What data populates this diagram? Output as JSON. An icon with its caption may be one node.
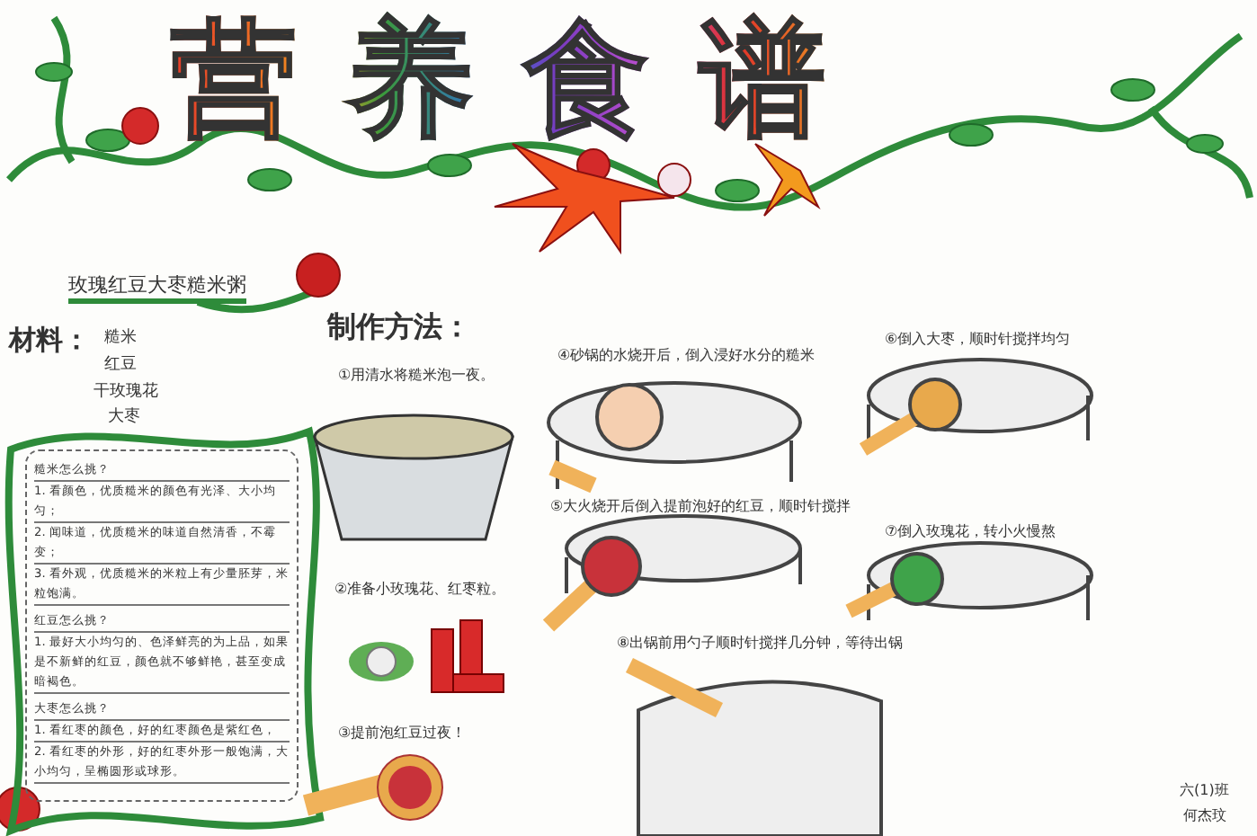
{
  "diagram": {
    "title": "营养食谱",
    "nodes": [
      {
        "text": [
          "糙米怎么挑？",
          "1. 看颜色，优质糙米的颜色有光泽、大小均匀；",
          "2. 闻味道，优质糙米的味道自然清香，不霉变；",
          "3. 看外观，优质糙米的米粒上有少量胚芽，米粒饱满。",
          "红豆怎么挑？",
          "1. 最好大小均匀的、色泽鲜亮的为上品，如果是不新鲜的红豆，颜色就不够鲜艳，甚至变成暗褐色。",
          "大枣怎么挑？",
          "1. 看红枣的颜色，好的红枣颜色是紫红色，",
          "2. 看红枣的外形，好的红枣外形一般饱满，大小均匀，呈椭圆形或球形。"
        ]
      }
    ],
    "labels": [
      "玫瑰红豆大枣糙米粥",
      "材料：",
      "糙米",
      "红豆",
      "干玫瑰花",
      "大枣",
      "制作方法：",
      "①用清水将糙米泡一夜。",
      "②准备小玫瑰花、红枣粒。",
      "③提前泡红豆过夜！",
      "④砂锅的水烧开后，倒入浸好水分的糙米",
      "⑤大火烧开后倒入提前泡好的红豆，顺时针搅拌",
      "⑥倒入大枣，顺时针搅拌均匀",
      "⑦倒入玫瑰花，转小火慢熬",
      "⑧出锅前用勺子顺时针搅拌几分钟，等待出锅",
      "六(1)班",
      "何杰玟"
    ]
  }
}
